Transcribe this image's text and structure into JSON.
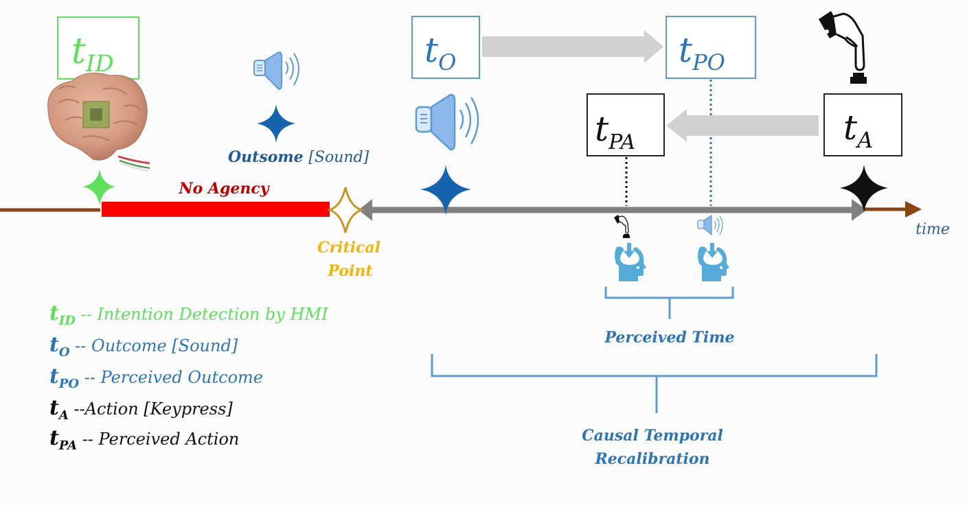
{
  "colors": {
    "green": "#5ee05a",
    "blue_box": "#5b9bd5",
    "blue_text": "#2e75b6",
    "dark_blue": "#1f5a99",
    "star_blue": "#1464b0",
    "red_bar": "#ff0000",
    "red_text": "#c00000",
    "orange": "#f5b400",
    "gold": "#c8961e",
    "brown": "#8b4513",
    "gray_axis": "#808080",
    "gray_arrow": "#d0d0d0",
    "black": "#111111",
    "head_blue": "#56acd9"
  },
  "boxes": {
    "t_id": {
      "base": "t",
      "sub": "ID"
    },
    "t_o": {
      "base": "t",
      "sub": "O"
    },
    "t_po": {
      "base": "t",
      "sub": "PO"
    },
    "t_pa": {
      "base": "t",
      "sub": "PA"
    },
    "t_a": {
      "base": "t",
      "sub": "A"
    }
  },
  "labels": {
    "no_agency": "No Agency",
    "outcome_sound": "Outsome ",
    "outcome_sound_bracket": "[Sound]",
    "critical_line1": "Critical",
    "critical_line2": "Point",
    "time": "time",
    "perceived_time": "Perceived Time",
    "ctr_line1": "Causal Temporal",
    "ctr_line2": "Recalibration"
  },
  "legend": [
    {
      "base": "t",
      "sub": "ID",
      "text": " -- Intention Detection by HMI",
      "color": "green"
    },
    {
      "base": "t",
      "sub": "O",
      "text": " -- Outcome [Sound]",
      "color": "blue"
    },
    {
      "base": "t",
      "sub": "PO",
      "text": " -- Perceived  Outcome",
      "color": "blue"
    },
    {
      "base": "t",
      "sub": "A",
      "text": " --Action [Keypress]",
      "color": "black"
    },
    {
      "base": "t",
      "sub": "PA",
      "text": " -- Perceived Action",
      "color": "black"
    }
  ]
}
